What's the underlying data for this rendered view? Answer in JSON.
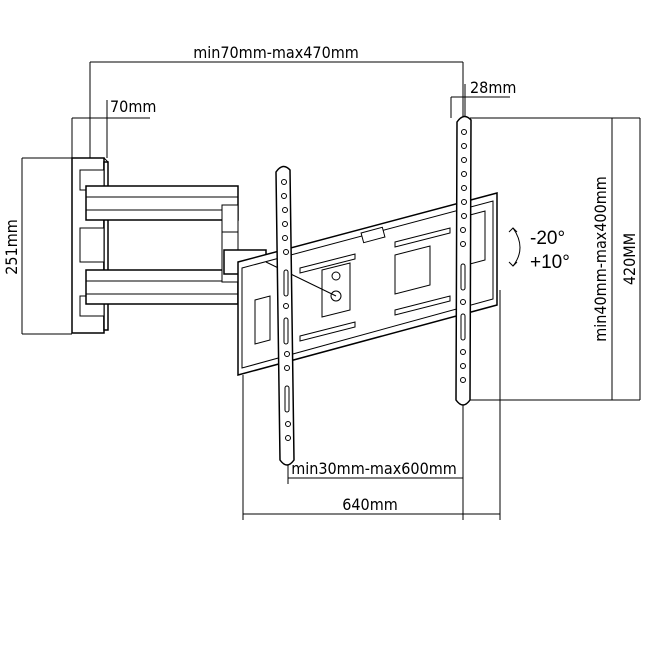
{
  "dimensions": {
    "arm_extension": "min70mm-max470mm",
    "plate_depth": "28mm",
    "wall_plate_width": "70mm",
    "wall_plate_height": "251mm",
    "vesa_vertical": "min40mm-max400mm",
    "total_height": "420MM",
    "vesa_horizontal": "min30mm-max600mm",
    "total_width": "640mm"
  },
  "tilt": {
    "down": "-20°",
    "up": "+10°"
  }
}
